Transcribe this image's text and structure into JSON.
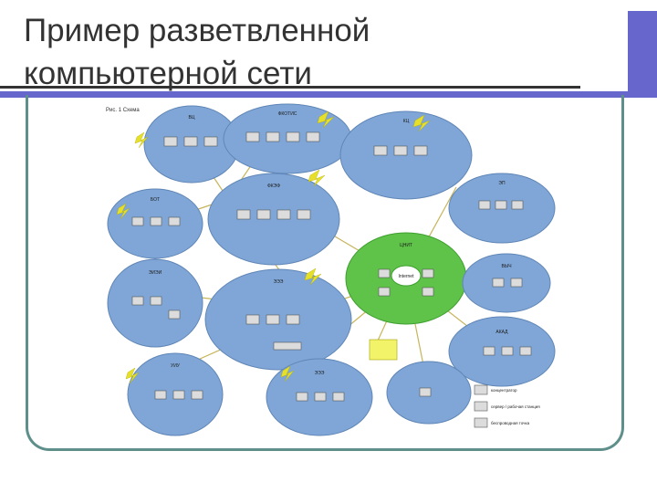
{
  "title": {
    "line1": "Пример разветвленной",
    "line2": "компьютерной сети"
  },
  "diagram": {
    "corner_label": "Рис. 1 Схема",
    "center_label": "Internet",
    "nodes": [
      {
        "id": "n1",
        "label": "ВЦ"
      },
      {
        "id": "n2",
        "label": "ФКОТИС"
      },
      {
        "id": "n3",
        "label": "КЦ"
      },
      {
        "id": "n4",
        "label": "ЭП"
      },
      {
        "id": "n5",
        "label": "БОТ"
      },
      {
        "id": "n6",
        "label": "ФКЭФ"
      },
      {
        "id": "n7",
        "label": "ЦНИТ"
      },
      {
        "id": "n8",
        "label": "ВЫЧ"
      },
      {
        "id": "n9",
        "label": "ЭИЭИ"
      },
      {
        "id": "n10",
        "label": "ЭЭЭ"
      },
      {
        "id": "n11",
        "label": "АКАД"
      },
      {
        "id": "n12",
        "label": "УИУ"
      },
      {
        "id": "n13",
        "label": "ЭЭЭ"
      }
    ],
    "legend": [
      {
        "label": "концентратор"
      },
      {
        "label": "сервер / рабочая станция"
      },
      {
        "label": "беспроводная точка"
      }
    ]
  },
  "colors": {
    "blue_bubble": "#7fa6d6",
    "green_bubble": "#5fc34a",
    "lightning": "#e6e02a",
    "title_bar": "#6666cc"
  }
}
